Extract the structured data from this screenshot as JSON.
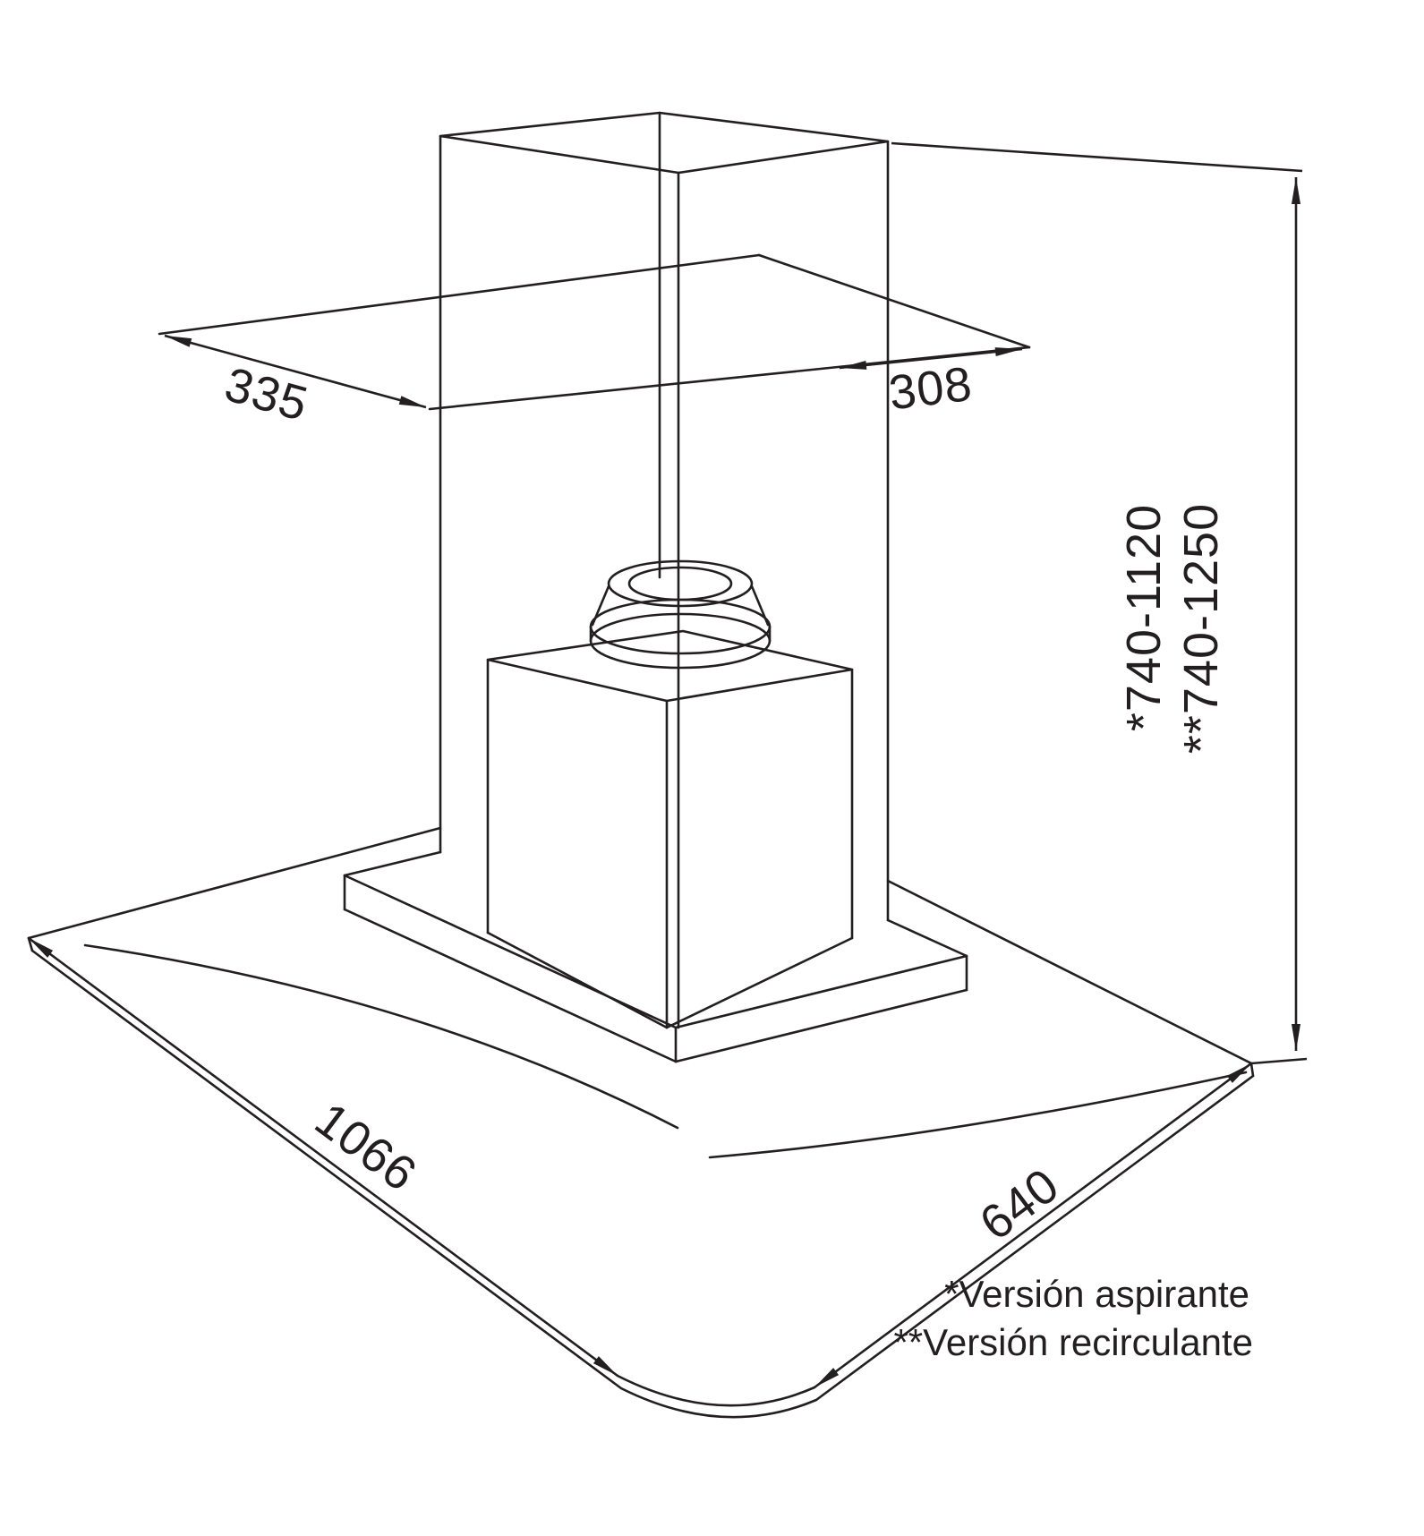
{
  "title": "Campana extractora - dibujo dimensional",
  "colors": {
    "line": "#231f20",
    "background": "#ffffff"
  },
  "dimensions": {
    "chimney_depth_left": "335",
    "chimney_depth_right": "308",
    "hood_width": "1066",
    "hood_depth": "640",
    "height_range_ducted": "*740-1120",
    "height_range_recirculating": "**740-1250"
  },
  "footnotes": {
    "ducted": "*Versión aspirante",
    "recirculating": "**Versión recirculante"
  }
}
